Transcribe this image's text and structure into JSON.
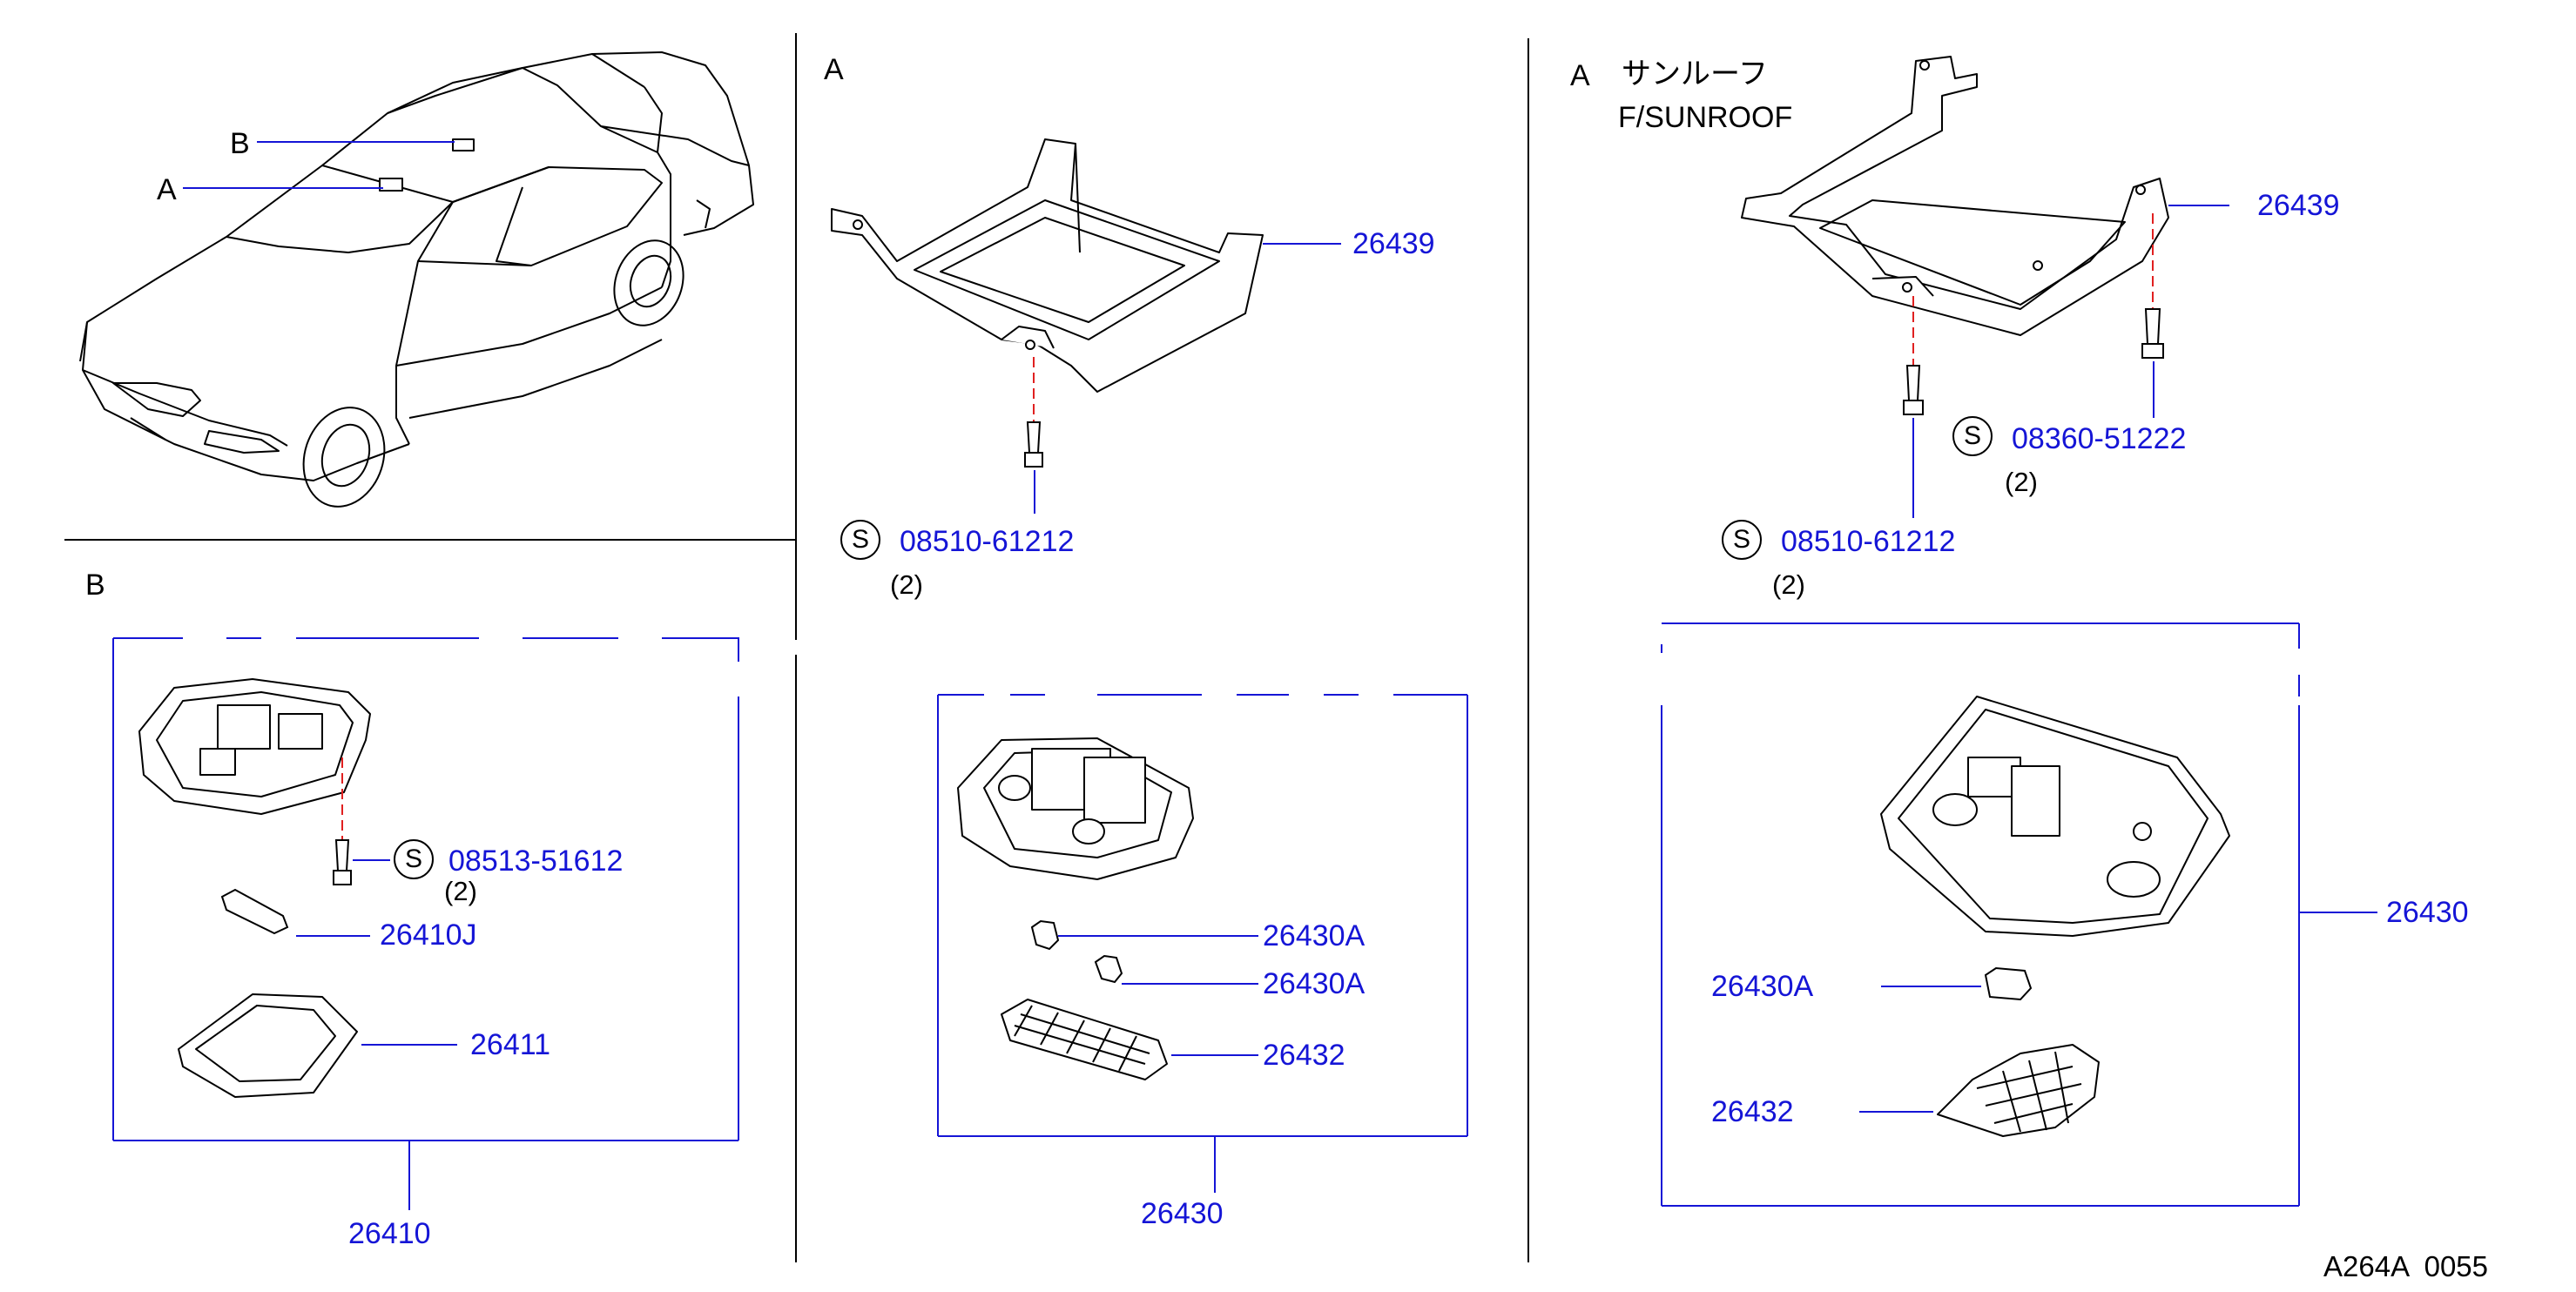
{
  "sections": {
    "a_left": "A",
    "b_left": "B",
    "a_center": "A",
    "b_lower": "B",
    "a_right": "A",
    "a_right_jp": "サンルーフ",
    "a_right_en": "F/SUNROOF"
  },
  "parts": {
    "p26439_center": "26439",
    "p08510_center": "08510-61212",
    "p08510_center_qty": "(2)",
    "p26439_right": "26439",
    "p08360_right": "08360-51222",
    "p08360_right_qty": "(2)",
    "p08510_right": "08510-61212",
    "p08510_right_qty": "(2)",
    "p08513_left": "08513-51612",
    "p08513_left_qty": "(2)",
    "p26410J": "26410J",
    "p26411": "26411",
    "p26410": "26410",
    "p26430A_1": "26430A",
    "p26430A_2": "26430A",
    "p26432_center": "26432",
    "p26430_center": "26430",
    "p26430_right": "26430",
    "p26430A_right": "26430A",
    "p26432_right": "26432"
  },
  "screw_symbol": "S",
  "footer_code": "A264A  0055",
  "colors": {
    "part_number": "#1515d6",
    "line": "#000000",
    "leader": "#1515d6",
    "centerline": "#e02020"
  }
}
